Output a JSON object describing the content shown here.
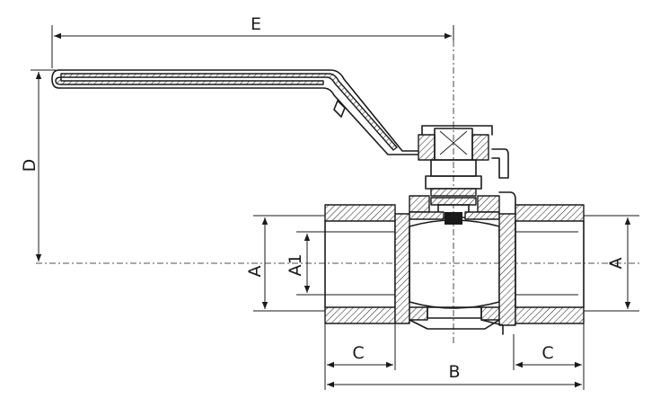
{
  "dimensions": {
    "E": "E",
    "D": "D",
    "A_left": "A",
    "A1": "A1",
    "A_right": "A",
    "C_left": "C",
    "B": "B",
    "C_right": "C"
  }
}
